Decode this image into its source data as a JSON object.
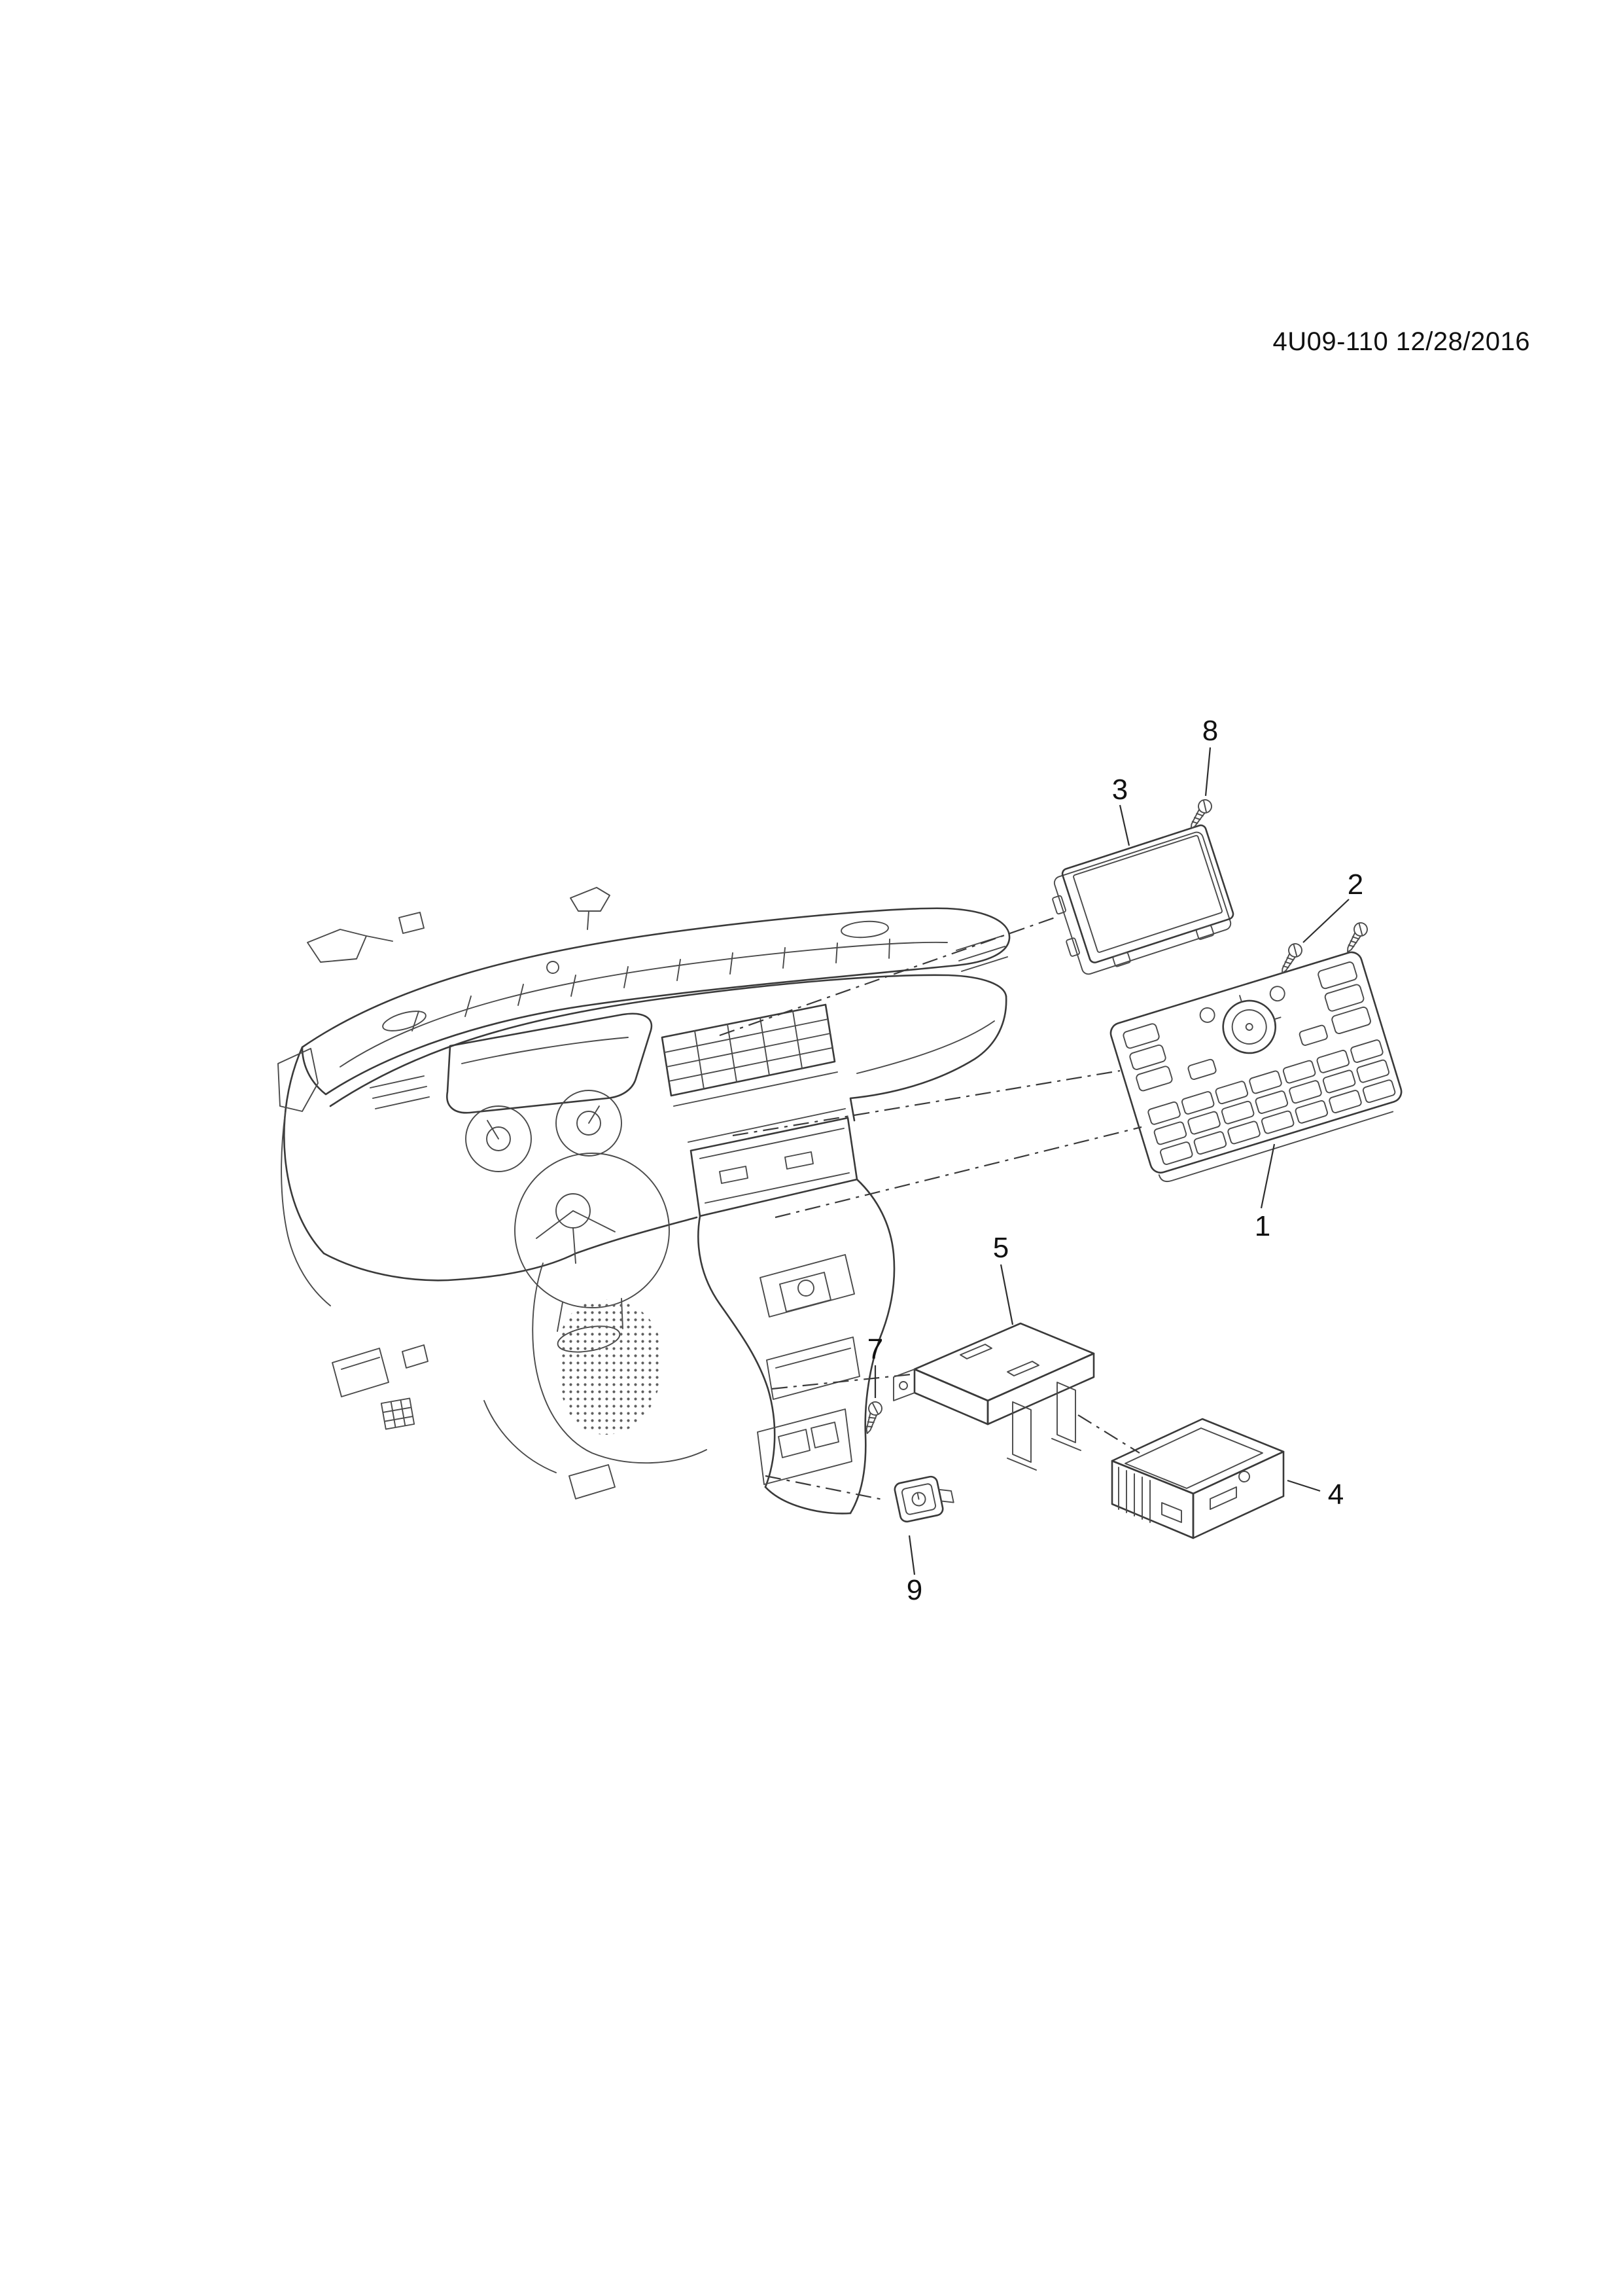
{
  "page": {
    "background_color": "#ffffff",
    "line_color": "#3a3a3a",
    "text_color": "#111111",
    "doc_ref": "4U09-110 12/28/2016"
  },
  "callouts": [
    {
      "label": "1"
    },
    {
      "label": "2"
    },
    {
      "label": "3"
    },
    {
      "label": "4"
    },
    {
      "label": "5"
    },
    {
      "label": "7"
    },
    {
      "label": "8"
    },
    {
      "label": "9"
    }
  ]
}
